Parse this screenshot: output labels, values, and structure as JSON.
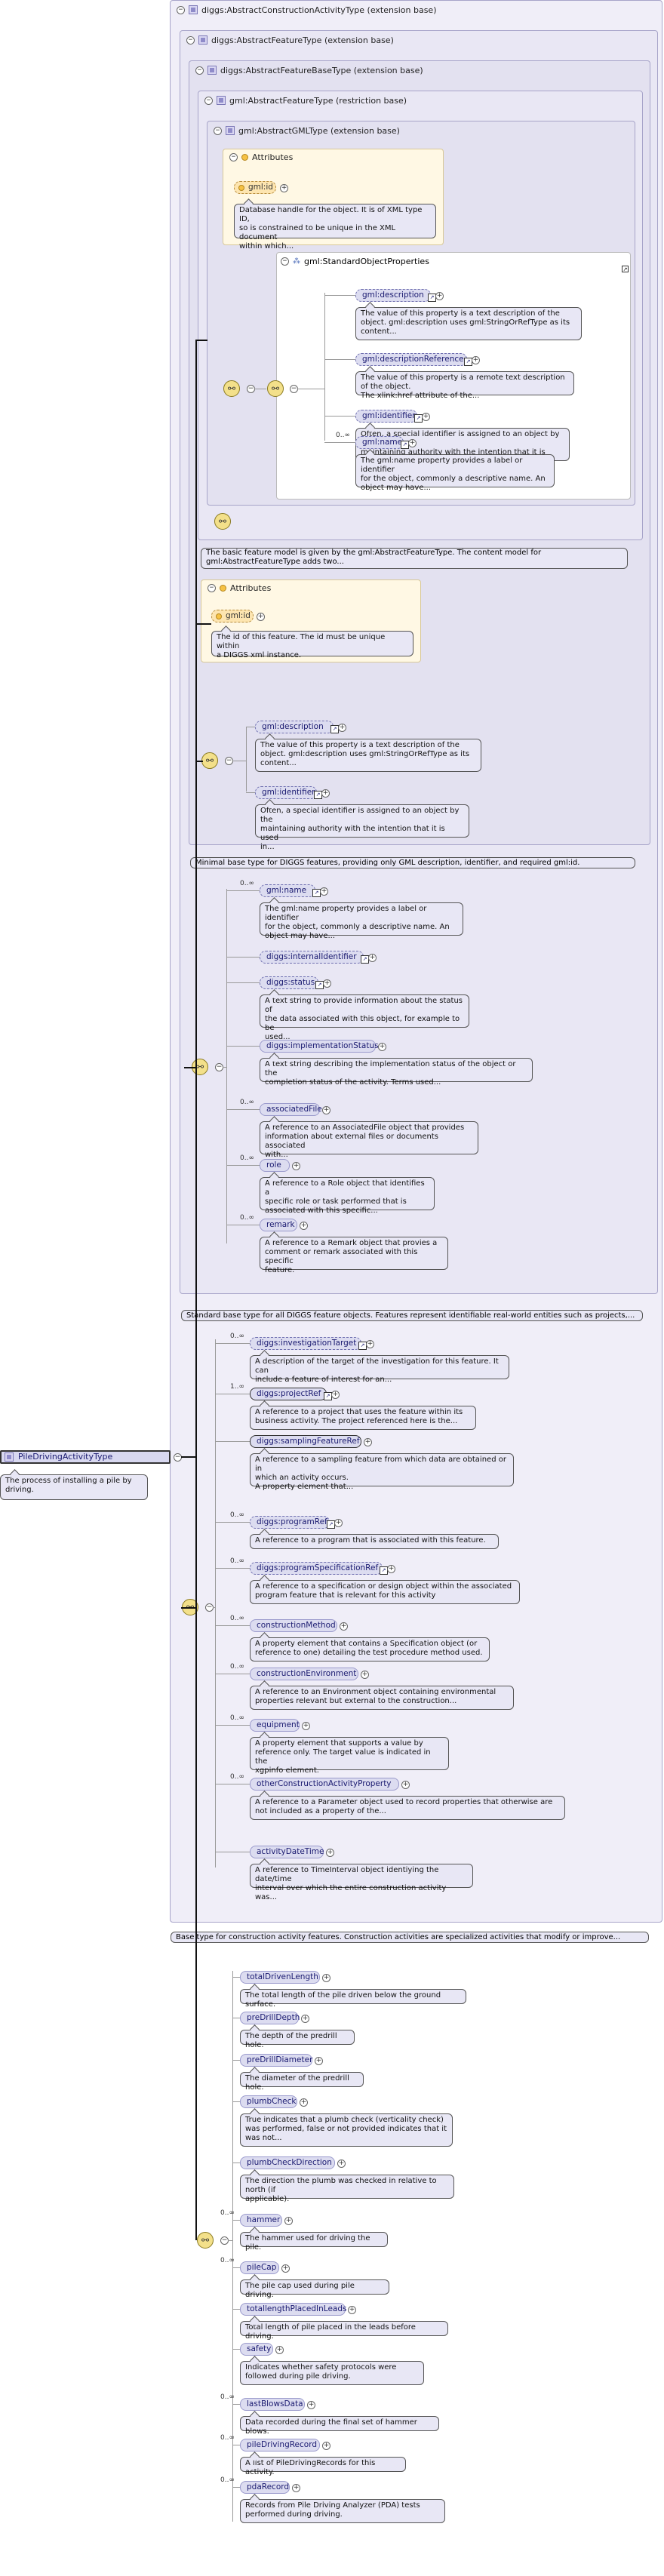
{
  "types": {
    "construction_activity": "diggs:AbstractConstructionActivityType (extension base)",
    "feature": "diggs:AbstractFeatureType (extension base)",
    "feature_base": "diggs:AbstractFeatureBaseType (extension base)",
    "gml_feature": "gml:AbstractFeatureType (restriction base)",
    "gml_gml": "gml:AbstractGMLType (extension base)"
  },
  "attributes_label": "Attributes",
  "gml_attr": {
    "name": "gml:id",
    "desc": "Database handle for the object. It is of XML type ID,\nso is constrained to be unique in the XML document\nwithin which..."
  },
  "standard_props": {
    "label": "gml:StandardObjectProperties",
    "items": [
      {
        "name": "gml:description",
        "desc": "The value of this property is a text description of the\nobject. gml:description uses gml:StringOrRefType as its\ncontent..."
      },
      {
        "name": "gml:descriptionReference",
        "desc": "The value of this property is a remote text description of the object.\nThe xlink:href attribute of the..."
      },
      {
        "name": "gml:identifier",
        "desc": "Often, a special identifier is assigned to an object by the\nmaintaining authority with the intention that it is used\nin..."
      },
      {
        "name": "gml:name",
        "card": "0..∞",
        "desc": "The gml:name property provides a label or identifier\nfor the object, commonly a descriptive name. An\nobject may have..."
      }
    ]
  },
  "bars": {
    "feature_type": "The basic feature model is given by the gml:AbstractFeatureType. The content model for gml:AbstractFeatureType adds two...",
    "feature_base": "Minimal base type for DIGGS features, providing only GML description, identifier, and required gml:id.",
    "feature": "Standard base type for all DIGGS feature objects. Features represent identifiable real-world entities such as projects,...",
    "construction": "Base type for construction activity features. Construction activities are specialized activities that modify or improve..."
  },
  "base_attr": {
    "name": "gml:id",
    "desc": "The id of this feature. The id must be unique within\na DIGGS xml instance."
  },
  "base_elems": [
    {
      "name": "gml:description",
      "desc": "The value of this property is a text description of the\nobject. gml:description uses gml:StringOrRefType as its\ncontent..."
    },
    {
      "name": "gml:identifier",
      "desc": "Often, a special identifier is assigned to an object by the\nmaintaining authority with the intention that it is used\nin..."
    }
  ],
  "feature_elems": [
    {
      "name": "gml:name",
      "card": "0..∞",
      "desc": "The gml:name property provides a label or identifier\nfor the object, commonly a descriptive name. An\nobject may have..."
    },
    {
      "name": "diggs:internalIdentifier",
      "desc": ""
    },
    {
      "name": "diggs:status",
      "desc": "A text string to provide information about the status of\nthe data associated with this object, for example to be\nused..."
    },
    {
      "name": "diggs:implementationStatus",
      "desc": "A text string describing the implementation status of the object or the\ncompletion status of the activity. Terms used..."
    },
    {
      "name": "associatedFile",
      "card": "0..∞",
      "desc": "A reference to an AssociatedFile object that provides\ninformation about external files or documents associated\nwith..."
    },
    {
      "name": "role",
      "card": "0..∞",
      "desc": "A reference to a Role object that identifies a\nspecific role or task performed that is\nassociated with this specific..."
    },
    {
      "name": "remark",
      "card": "0..∞",
      "desc": "A reference to a Remark object that provies a\ncomment or remark associated with this specific\nfeature."
    }
  ],
  "construction_elems": [
    {
      "name": "diggs:investigationTarget",
      "card": "0..∞",
      "desc": "A description of the target of the investigation for this feature. It can\ninclude a feature of interest for an..."
    },
    {
      "name": "diggs:projectRef",
      "card": "1..∞",
      "desc": "A reference to a project that uses the feature within its\nbusiness activity. The project referenced here is the..."
    },
    {
      "name": "diggs:samplingFeatureRef",
      "desc": "A reference to a sampling feature from which data are obtained or in\nwhich an activity occurs.\nA property element that..."
    },
    {
      "name": "diggs:programRef",
      "card": "0..∞",
      "desc": "A reference to a program that is associated with this feature."
    },
    {
      "name": "diggs:programSpecificationRef",
      "card": "0..∞",
      "desc": "A reference to a specification or design object within the associated\nprogram feature that is relevant for this activity"
    },
    {
      "name": "constructionMethod",
      "card": "0..∞",
      "desc": "A property element that contains a Specification object (or\nreference to one) detailing the test procedure method used."
    },
    {
      "name": "constructionEnvironment",
      "card": "0..∞",
      "desc": "A reference to an Environment object containing environmental\nproperties relevant but external to the construction..."
    },
    {
      "name": "equipment",
      "card": "0..∞",
      "desc": "A property element that supports a value by\nreference only. The target value is indicated in the\nxgpinfo element."
    },
    {
      "name": "otherConstructionActivityProperty",
      "card": "0..∞",
      "desc": "A reference to a Parameter object used to record properties that otherwise are\nnot included as a property of the..."
    },
    {
      "name": "activityDateTime",
      "desc": "A reference to TimeInterval object identiying the date/time\ninterval over which the entire construction activity was..."
    }
  ],
  "root": {
    "name": "PileDrivingActivityType",
    "desc": "The process of installing a pile by\ndriving."
  },
  "pile_elems": [
    {
      "name": "totalDrivenLength",
      "desc": "The total length of the pile driven below the ground surface."
    },
    {
      "name": "preDrillDepth",
      "desc": "The depth of the predrill hole."
    },
    {
      "name": "preDrillDiameter",
      "desc": "The diameter of the predrill hole."
    },
    {
      "name": "plumbCheck",
      "desc": "True indicates that a plumb check (verticality check)\nwas performed, false or not provided indicates that it\nwas not..."
    },
    {
      "name": "plumbCheckDirection",
      "desc": "The direction the plumb was checked in relative to north (if\napplicable)."
    },
    {
      "name": "hammer",
      "card": "0..∞",
      "desc": "The hammer used for driving the pile."
    },
    {
      "name": "pileCap",
      "card": "0..∞",
      "desc": "The pile cap used during pile driving."
    },
    {
      "name": "totallengthPlacedInLeads",
      "desc": "Total length of pile placed in the leads before driving."
    },
    {
      "name": "safety",
      "desc": "Indicates whether safety protocols were\nfollowed during pile driving."
    },
    {
      "name": "lastBlowsData",
      "card": "0..∞",
      "desc": "Data recorded during the final set of hammer blows."
    },
    {
      "name": "pileDrivingRecord",
      "card": "0..∞",
      "desc": "A list of PileDrivingRecords for this activity."
    },
    {
      "name": "pdaRecord",
      "card": "0..∞",
      "desc": "Records from Pile Driving Analyzer (PDA) tests\nperformed during driving."
    }
  ],
  "colors": {
    "panel": "#f0eef8",
    "border": "#a7a4c9",
    "element": "#dcdcf0",
    "attribute": "#fde5b0",
    "seq": "#f3e08a"
  }
}
